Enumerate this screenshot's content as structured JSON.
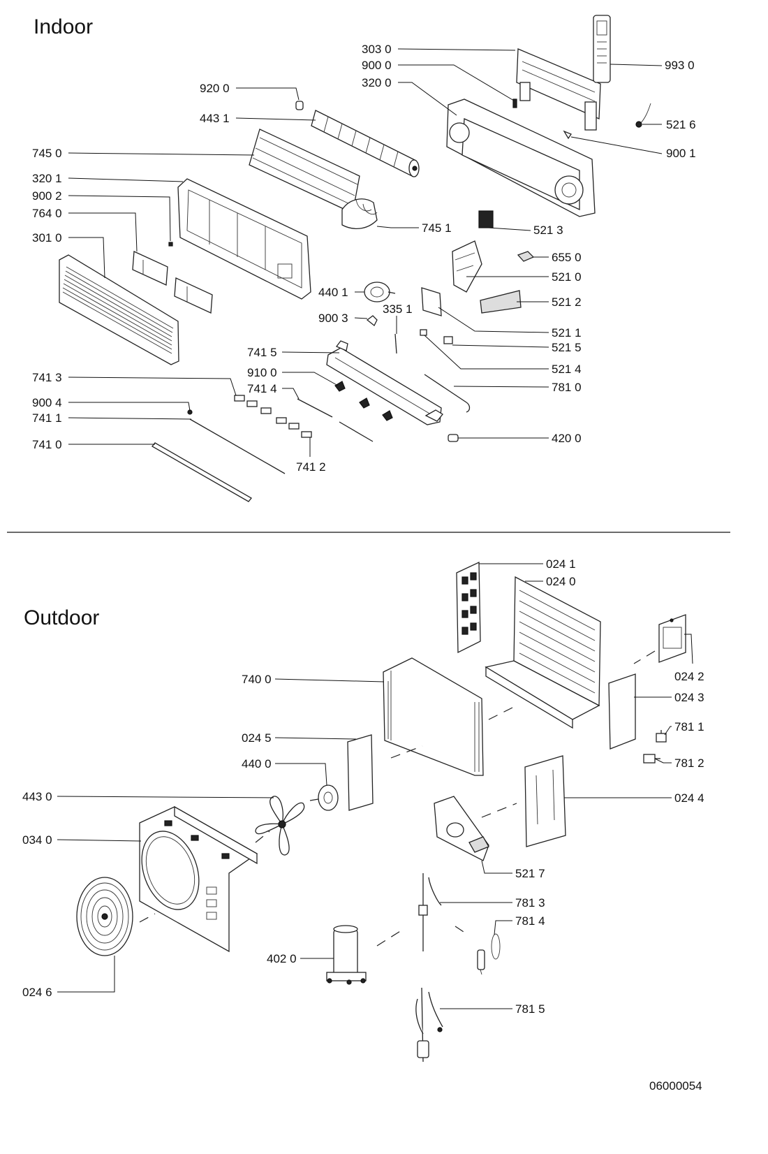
{
  "sections": {
    "indoor": {
      "title": "Indoor"
    },
    "outdoor": {
      "title": "Outdoor"
    }
  },
  "callouts": {
    "c303_0": "303 0",
    "c900_0": "900 0",
    "c320_0": "320 0",
    "c993_0": "993 0",
    "c920_0": "920 0",
    "c443_1": "443 1",
    "c521_6": "521 6",
    "c900_1": "900 1",
    "c745_0": "745 0",
    "c320_1": "320 1",
    "c900_2": "900 2",
    "c764_0": "764 0",
    "c745_1": "745 1",
    "c521_3": "521 3",
    "c301_0": "301 0",
    "c655_0": "655 0",
    "c521_0": "521 0",
    "c440_1": "440 1",
    "c521_2": "521 2",
    "c900_3": "900 3",
    "c335_1": "335 1",
    "c521_1": "521 1",
    "c521_5": "521 5",
    "c741_5": "741 5",
    "c521_4": "521 4",
    "c910_0": "910 0",
    "c741_3": "741 3",
    "c741_4": "741 4",
    "c781_0": "781 0",
    "c900_4": "900 4",
    "c741_1": "741 1",
    "c420_0": "420 0",
    "c741_0": "741 0",
    "c741_2": "741 2",
    "c024_1": "024 1",
    "c024_0": "024 0",
    "c024_2": "024 2",
    "c740_0": "740 0",
    "c024_3": "024 3",
    "c781_1": "781 1",
    "c024_5": "024 5",
    "c781_2": "781 2",
    "c440_0": "440 0",
    "c443_0": "443 0",
    "c024_4": "024 4",
    "c034_0": "034 0",
    "c521_7": "521 7",
    "c781_3": "781 3",
    "c781_4": "781 4",
    "c402_0": "402 0",
    "c024_6": "024 6",
    "c781_5": "781 5"
  },
  "document_id": "06000054"
}
